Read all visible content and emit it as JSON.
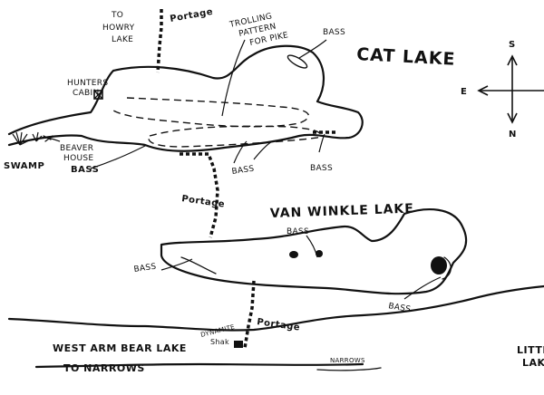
{
  "title": "CAT LAKE",
  "lakes": {
    "van_winkle": "VAN WINKLE LAKE",
    "west_arm": "WEST ARM   BEAR LAKE",
    "to_narrows": "TO NARROWS",
    "narrows": "NARROWS",
    "little_line1": "LITTLE",
    "little_line2": "LAKE"
  },
  "labels": {
    "to_howry_line1": "TO",
    "to_howry_line2": "HOWRY",
    "to_howry_line3": "LAKE",
    "portage_top": "Portage",
    "portage_mid": "Portage",
    "portage_bottom": "Portage",
    "trolling_line1": "TROLLING",
    "trolling_line2": "PATTERN",
    "trolling_line3": "FOR PIKE",
    "hunters_line1": "HUNTERS",
    "hunters_line2": "CABIN",
    "beaver_line1": "BEAVER",
    "beaver_line2": "HOUSE",
    "swamp": "SWAMP",
    "dynamite_line1": "DYNAMITE",
    "dynamite_line2": "Shak"
  },
  "bass_labels": {
    "cat_top": "BASS",
    "cat_left": "BASS",
    "cat_mid": "BASS",
    "cat_right": "BASS",
    "vw_top": "BASS",
    "vw_left": "BASS",
    "vw_right": "BASS"
  },
  "compass": {
    "south": "S",
    "north": "N",
    "east": "E"
  }
}
